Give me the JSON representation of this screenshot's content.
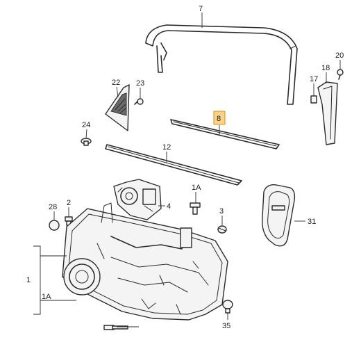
{
  "colors": {
    "line": "#2b2b2b",
    "highlight": "#f6b63c",
    "background": "#ffffff"
  },
  "highlighted_part": "8",
  "callouts": {
    "c7": "7",
    "c20": "20",
    "c18": "18",
    "c17": "17",
    "c22": "22",
    "c23": "23",
    "c8": "8",
    "c24": "24",
    "c12": "12",
    "c1A_top": "1A",
    "c4": "4",
    "c28": "28",
    "c2": "2",
    "c3": "3",
    "c31": "31",
    "c1": "1",
    "c1A_bottom": "1A",
    "c35": "35"
  }
}
